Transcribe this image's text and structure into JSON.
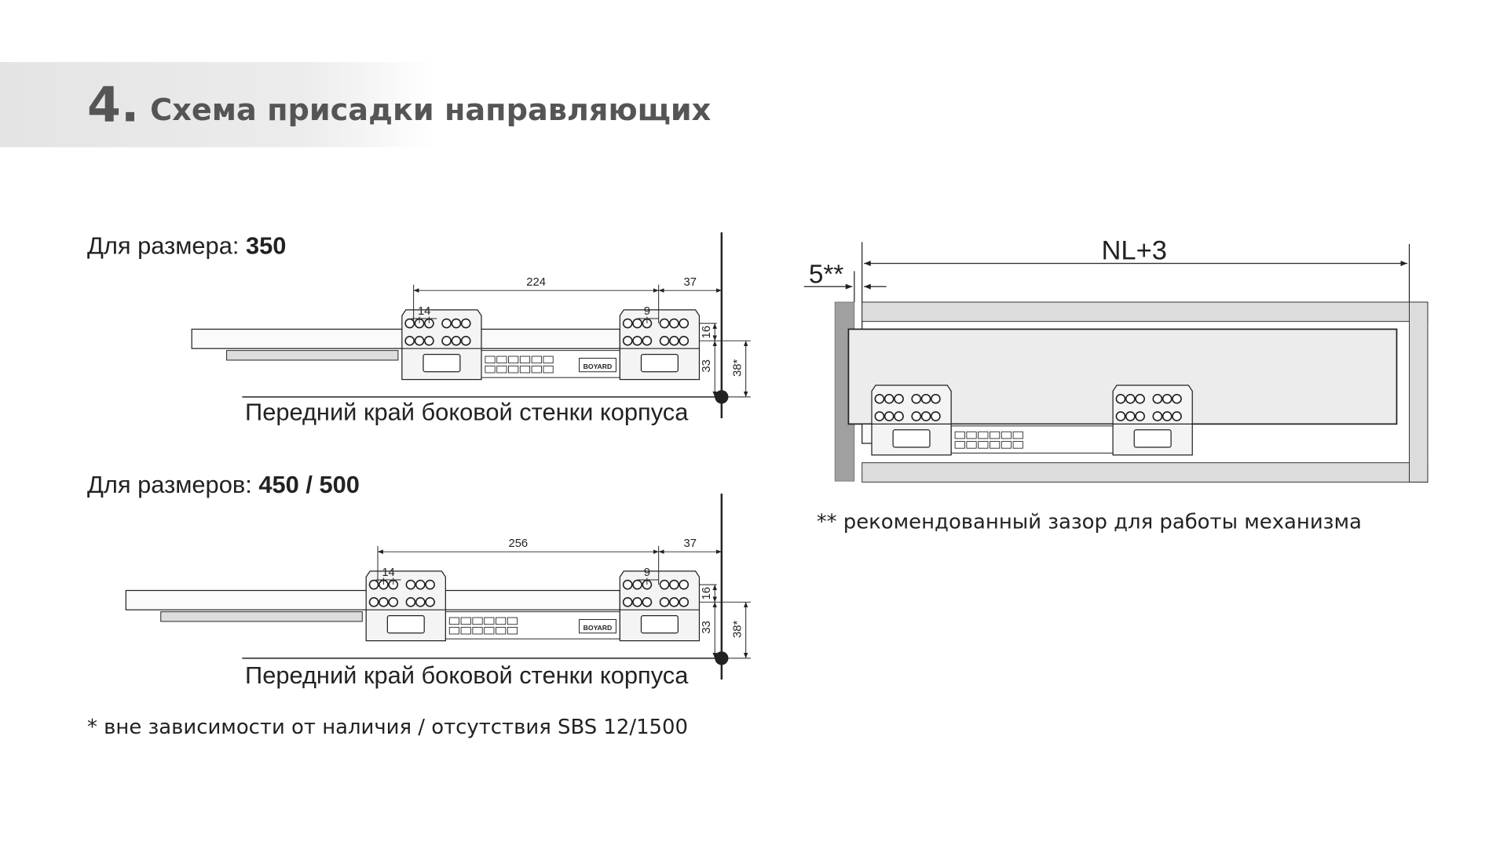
{
  "header": {
    "number": "4.",
    "title": "Схема присадки направляющих"
  },
  "diagram_350": {
    "label_prefix": "Для размера: ",
    "label_size": "350",
    "dim_span": "224",
    "dim_front": "37",
    "dim_hole_pitch": "14",
    "dim_hole_offset": "9",
    "dim_vertical_top": "16",
    "dim_vertical_mid": "33",
    "dim_vertical_total": "38*",
    "front_edge_label": "Передний край боковой стенки корпуса",
    "brand": "BOYARD"
  },
  "diagram_450_500": {
    "label_prefix": "Для размеров: ",
    "label_size": "450 / 500",
    "dim_span": "256",
    "dim_front": "37",
    "dim_hole_pitch": "14",
    "dim_hole_offset": "9",
    "dim_vertical_top": "16",
    "dim_vertical_mid": "33",
    "dim_vertical_total": "38*",
    "front_edge_label": "Передний край боковой стенки корпуса",
    "brand": "BOYARD"
  },
  "footnote_left": "* вне зависимости от наличия / отсутствия SBS 12/1500",
  "cabinet_diagram": {
    "dim_length": "NL+3",
    "dim_gap": "5**",
    "footnote": "** рекомендованный зазор для работы механизма"
  },
  "colors": {
    "header_band": "#e6e6e6",
    "title_text": "#555555",
    "panel_dark": "#a0a0a0",
    "panel_light": "#dcdcdc",
    "drawer_fill": "#ececec"
  }
}
